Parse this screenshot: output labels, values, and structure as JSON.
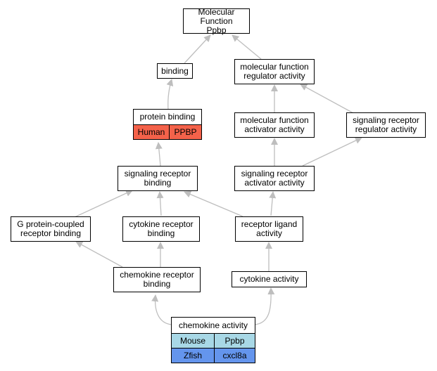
{
  "nodes": {
    "molecular_function": "Molecular Function\nPpbp",
    "binding": "binding",
    "mf_regulator": "molecular function\nregulator activity",
    "protein_binding": "protein binding",
    "mf_activator": "molecular function\nactivator activity",
    "sr_regulator": "signaling receptor\nregulator activity",
    "sr_binding": "signaling receptor\nbinding",
    "sr_activator": "signaling receptor\nactivator activity",
    "gpcr_binding": "G protein-coupled\nreceptor binding",
    "cytokine_receptor_binding": "cytokine receptor\nbinding",
    "receptor_ligand": "receptor ligand\nactivity",
    "chemokine_receptor_binding": "chemokine receptor\nbinding",
    "cytokine_activity": "cytokine activity",
    "chemokine_activity": "chemokine activity"
  },
  "annotations": {
    "protein_binding": [
      {
        "species": "Human",
        "gene": "PPBP",
        "color": "#f4624a"
      }
    ],
    "chemokine_activity": [
      {
        "species": "Mouse",
        "gene": "Ppbp",
        "color": "#a8d8e6"
      },
      {
        "species": "Zfish",
        "gene": "cxcl8a",
        "color": "#6495ed"
      }
    ]
  },
  "colors": {
    "edge": "#bebebe",
    "border": "#000000"
  }
}
